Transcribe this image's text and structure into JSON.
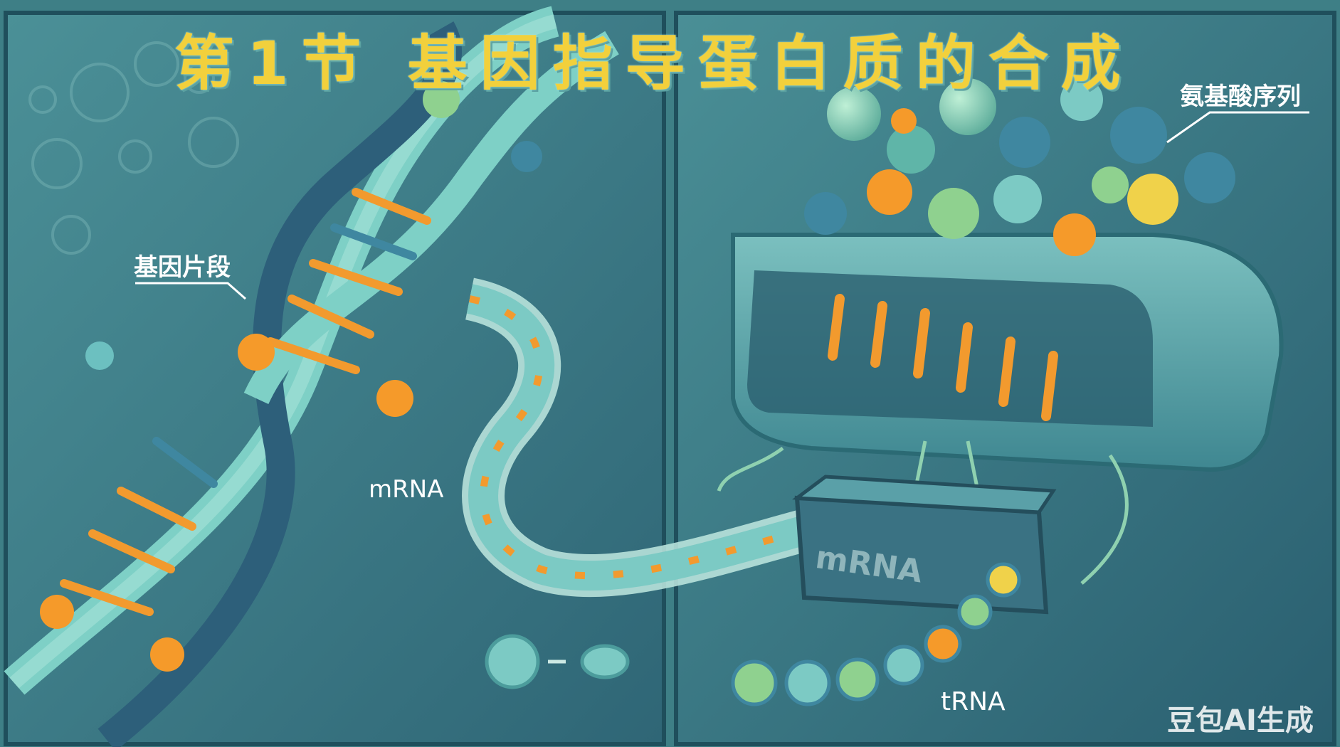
{
  "title": "第1节 基因指导蛋白质的合成",
  "labels": {
    "gene_segment": "基因片段",
    "mrna_left": "mRNA",
    "amino_acid_sequence": "氨基酸序列",
    "trna": "tRNA",
    "mrna_block": "mRNA"
  },
  "watermark": "豆包AI生成",
  "colors": {
    "background": "#3e7f86",
    "title": "#f2d03c",
    "dna_light": "#7ed0c6",
    "dna_dark": "#2d5f7a",
    "base_pair": "#f29a2e",
    "nucleotide_orange": "#f59a2a",
    "ribosome": "#5fa8aa",
    "amino_green": "#8fd18f",
    "amino_blue": "#3f87a0",
    "amino_yellow": "#f0d24a"
  }
}
